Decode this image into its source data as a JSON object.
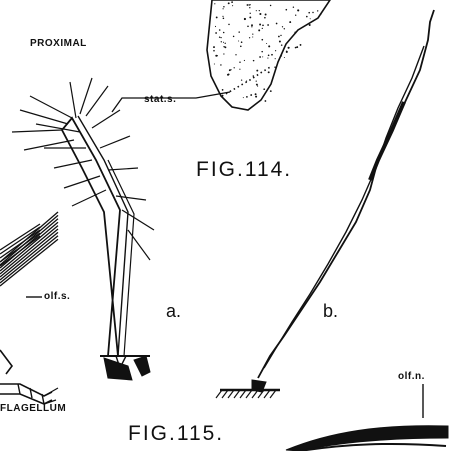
{
  "labels": {
    "proximal": "PROXIMAL",
    "stat_s": "stat.s.",
    "fig114": "FIG.114.",
    "olf_s": "olf.s.",
    "a": "a.",
    "b": "b.",
    "olf_n": "olf.n.",
    "flagellum": "FLAGELLUM",
    "fig115": "FIG.115."
  },
  "colors": {
    "ink": "#111111",
    "paper": "#ffffff"
  }
}
